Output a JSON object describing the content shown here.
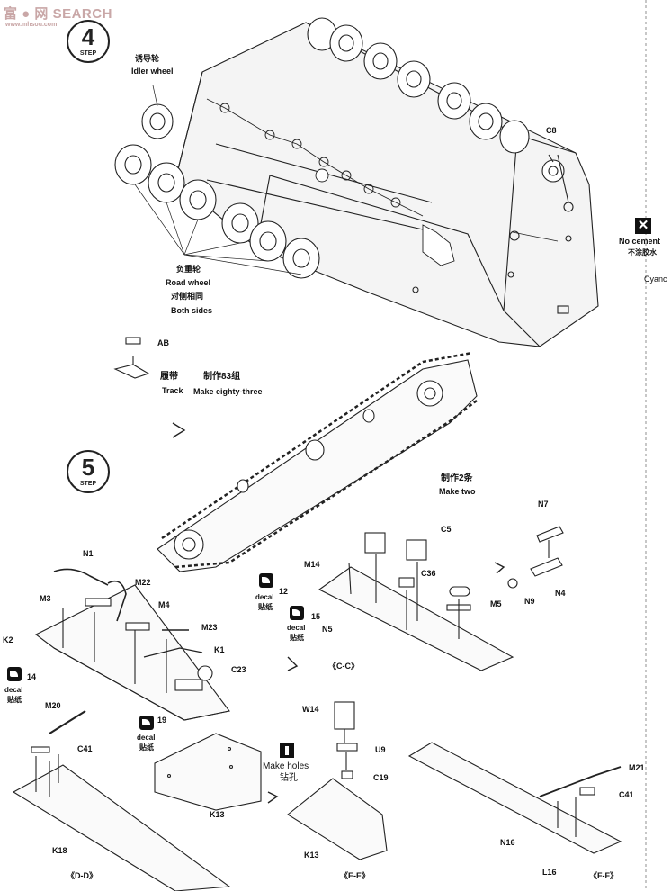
{
  "watermark": {
    "text": "富 ● 网 SEARCH",
    "site": "www.mhsou.com"
  },
  "steps": {
    "step4": "4",
    "step5": "5",
    "step_word": "STEP"
  },
  "step4": {
    "idler_cn": "诱导轮",
    "idler_en": "Idler wheel",
    "road_cn": "负重轮",
    "road_en": "Road wheel",
    "both_cn": "对侧相同",
    "both_en": "Both sides",
    "c8": "C8",
    "nocement_en": "No cement",
    "nocement_cn": "不涂胶水",
    "cyan": "Cyanc",
    "ab": "AB",
    "track_cn": "履带",
    "track_en": "Track",
    "make83_cn": "制作83组",
    "make83_en": "Make eighty-three",
    "make2_cn": "制作2条",
    "make2_en": "Make two"
  },
  "step5": {
    "n1": "N1",
    "m22": "M22",
    "m3": "M3",
    "m4": "M4",
    "m23": "M23",
    "k2": "K2",
    "k1": "K1",
    "c23": "C23",
    "n14": "14",
    "decal_en": "decal",
    "decal_cn": "贴纸",
    "n19": "19",
    "m14": "M14",
    "c5": "C5",
    "c36": "C36",
    "n12": "12",
    "n15": "15",
    "n5": "N5",
    "m5": "M5",
    "cc": "《C-C》",
    "n7": "N7",
    "n9": "N9",
    "n4": "N4",
    "m20": "M20",
    "c41a": "C41",
    "k18": "K18",
    "dd": "《D-D》",
    "k13a": "K13",
    "holes_en": "Make holes",
    "holes_cn": "钻孔",
    "w14": "W14",
    "u9": "U9",
    "c19": "C19",
    "k13b": "K13",
    "ee": "《E-E》",
    "m21": "M21",
    "c41b": "C41",
    "n16": "N16",
    "l16": "L16",
    "ff": "《F-F》"
  }
}
